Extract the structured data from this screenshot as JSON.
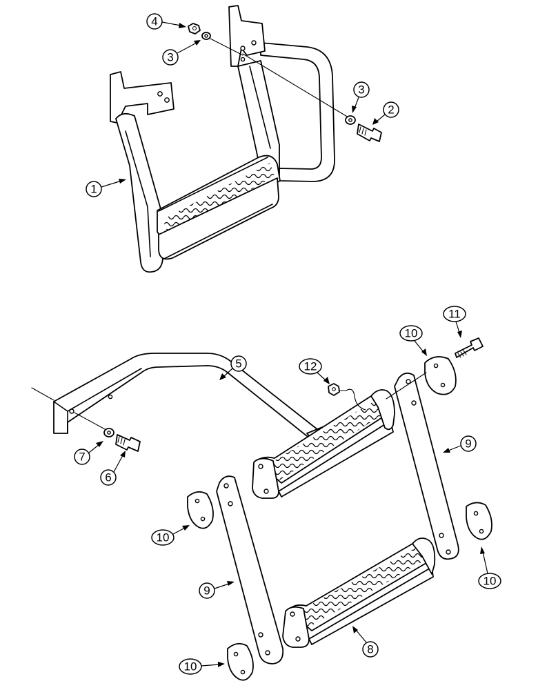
{
  "diagram": {
    "callouts": [
      {
        "id": "c1",
        "label": "1"
      },
      {
        "id": "c2",
        "label": "2"
      },
      {
        "id": "c3a",
        "label": "3"
      },
      {
        "id": "c3b",
        "label": "3"
      },
      {
        "id": "c4",
        "label": "4"
      },
      {
        "id": "c5",
        "label": "5"
      },
      {
        "id": "c6",
        "label": "6"
      },
      {
        "id": "c7",
        "label": "7"
      },
      {
        "id": "c8",
        "label": "8"
      },
      {
        "id": "c9a",
        "label": "9"
      },
      {
        "id": "c9b",
        "label": "9"
      },
      {
        "id": "c10a",
        "label": "10"
      },
      {
        "id": "c10b",
        "label": "10"
      },
      {
        "id": "c10c",
        "label": "10"
      },
      {
        "id": "c10d",
        "label": "10"
      },
      {
        "id": "c11",
        "label": "11"
      },
      {
        "id": "c12",
        "label": "12"
      }
    ]
  }
}
